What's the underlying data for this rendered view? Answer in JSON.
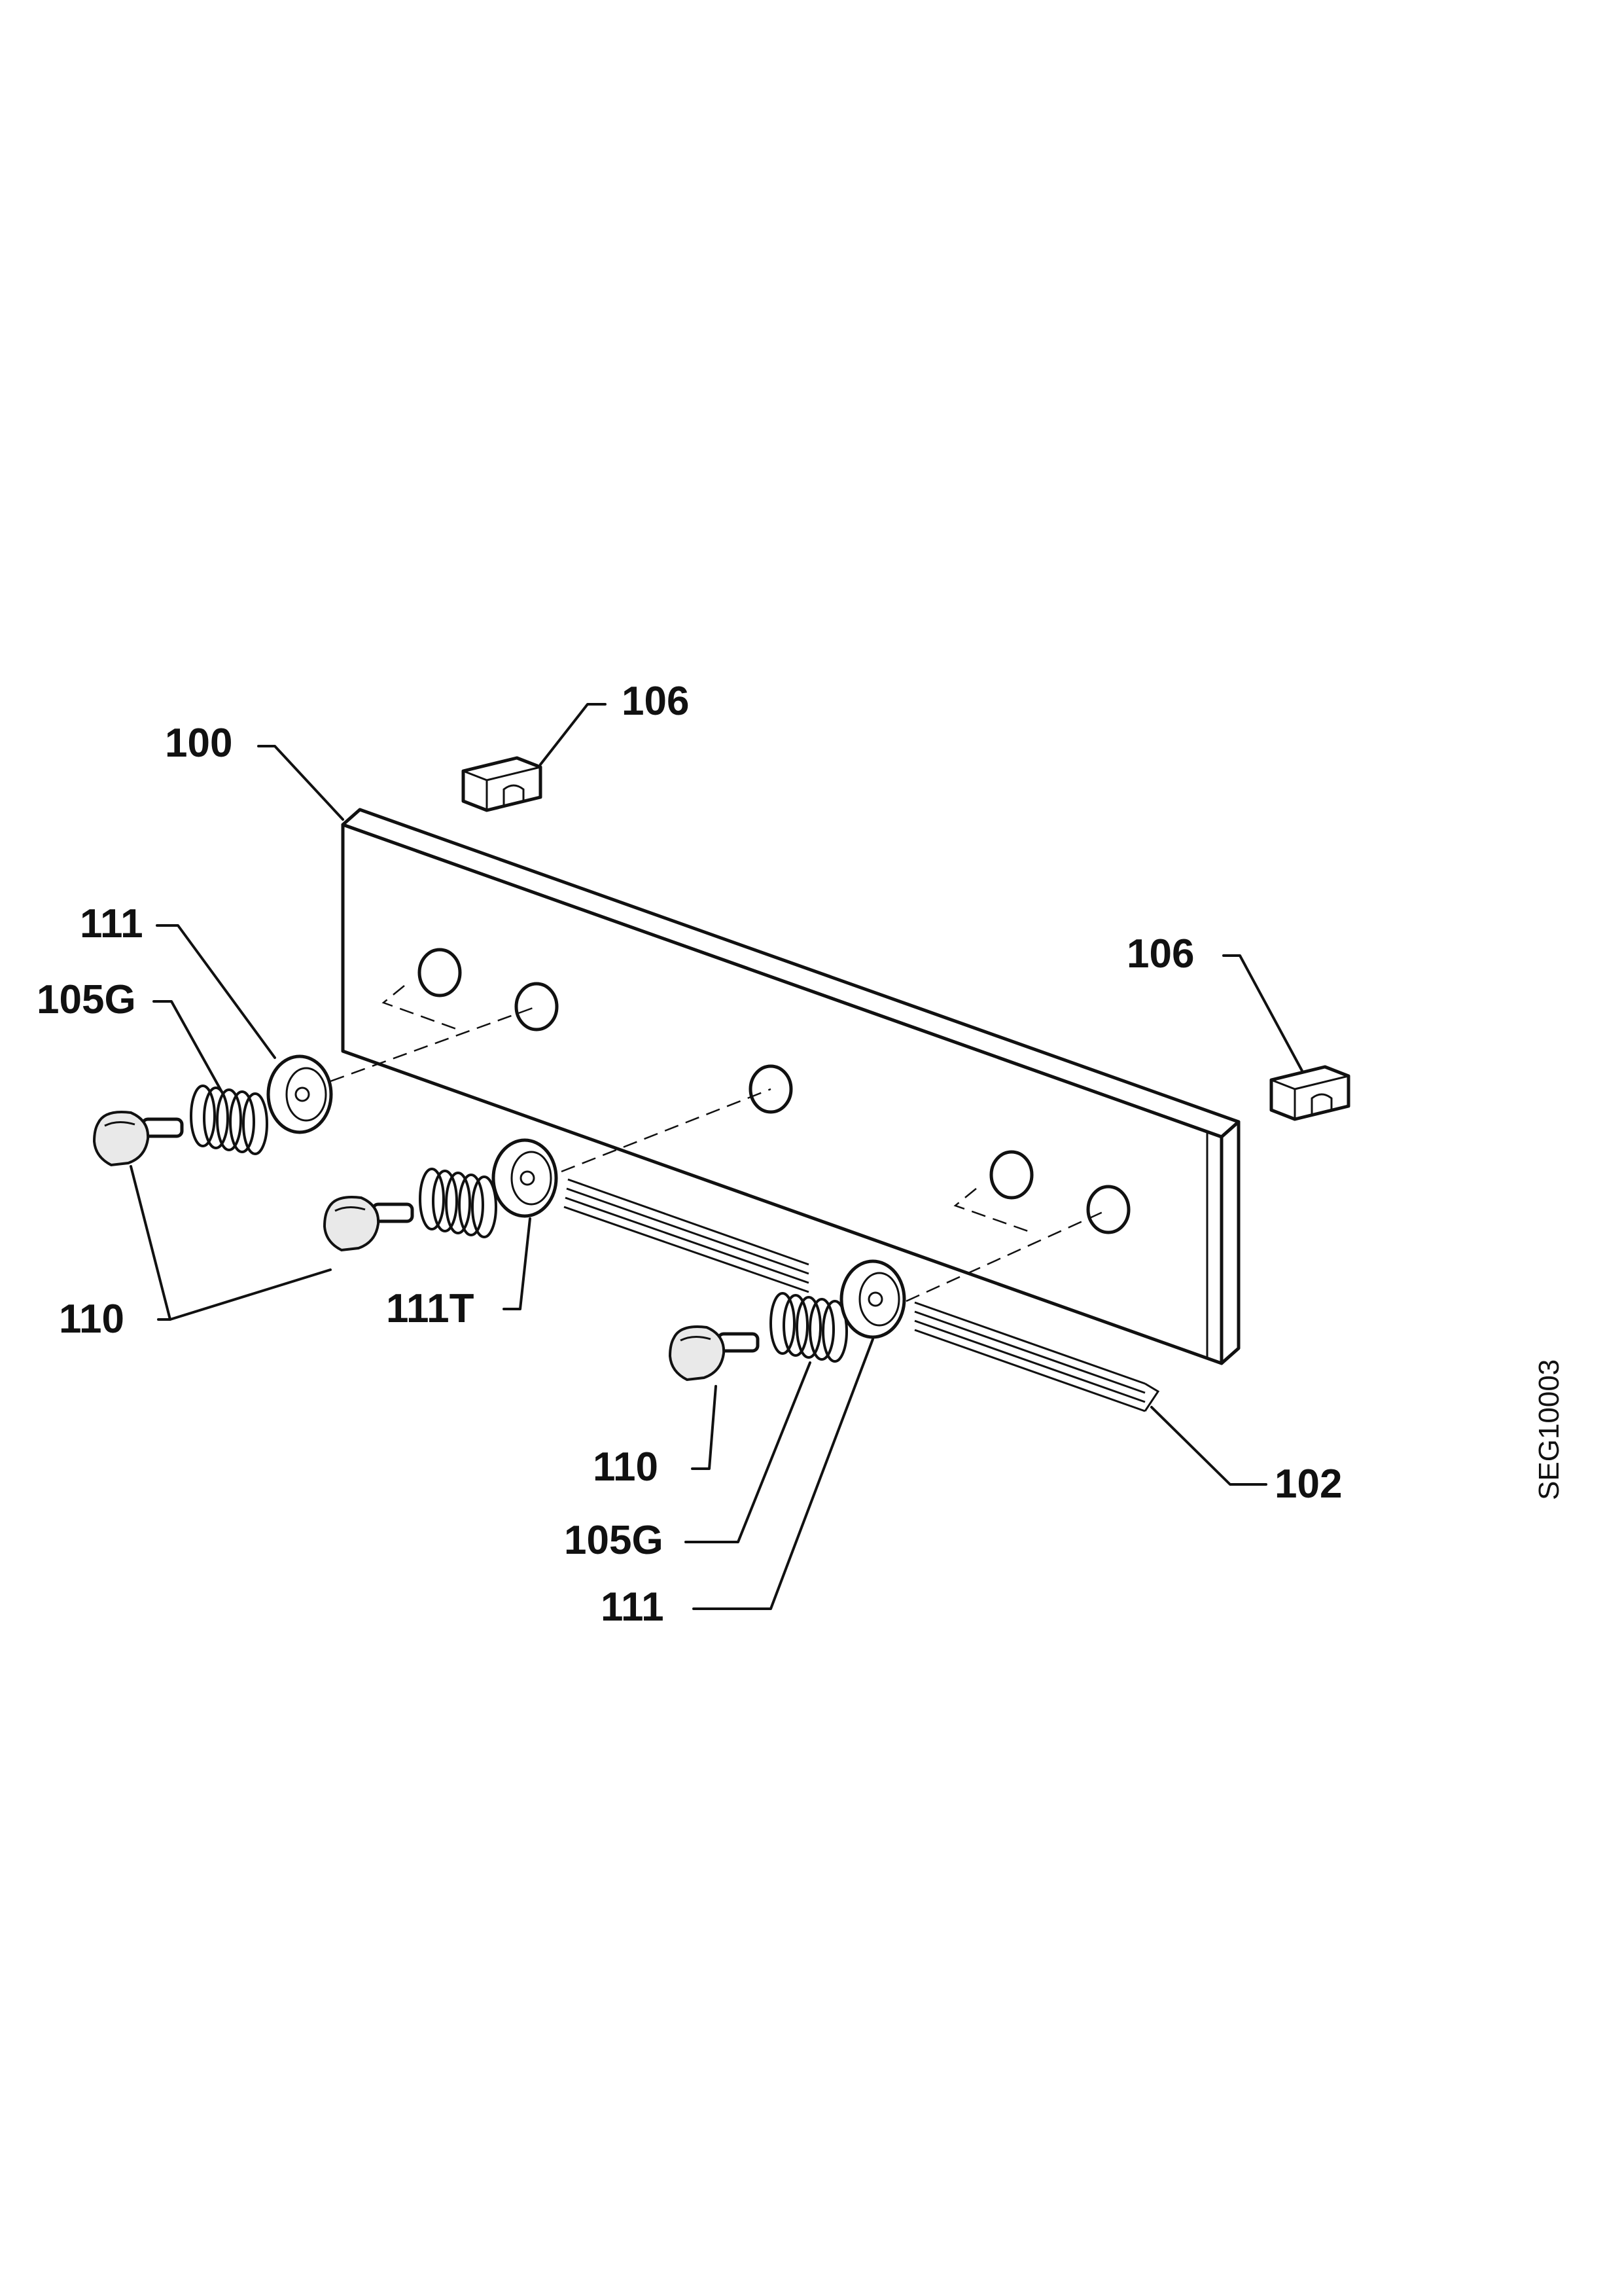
{
  "diagram": {
    "drawing_code": "SEG10003",
    "labels": {
      "l100": "100",
      "l106_top": "106",
      "l106_right": "106",
      "l111_left": "111",
      "l105g_left": "105G",
      "l110_left": "110",
      "l111t": "111T",
      "l110_bottom": "110",
      "l105g_bottom": "105G",
      "l111_bottom": "111",
      "l102": "102"
    }
  }
}
